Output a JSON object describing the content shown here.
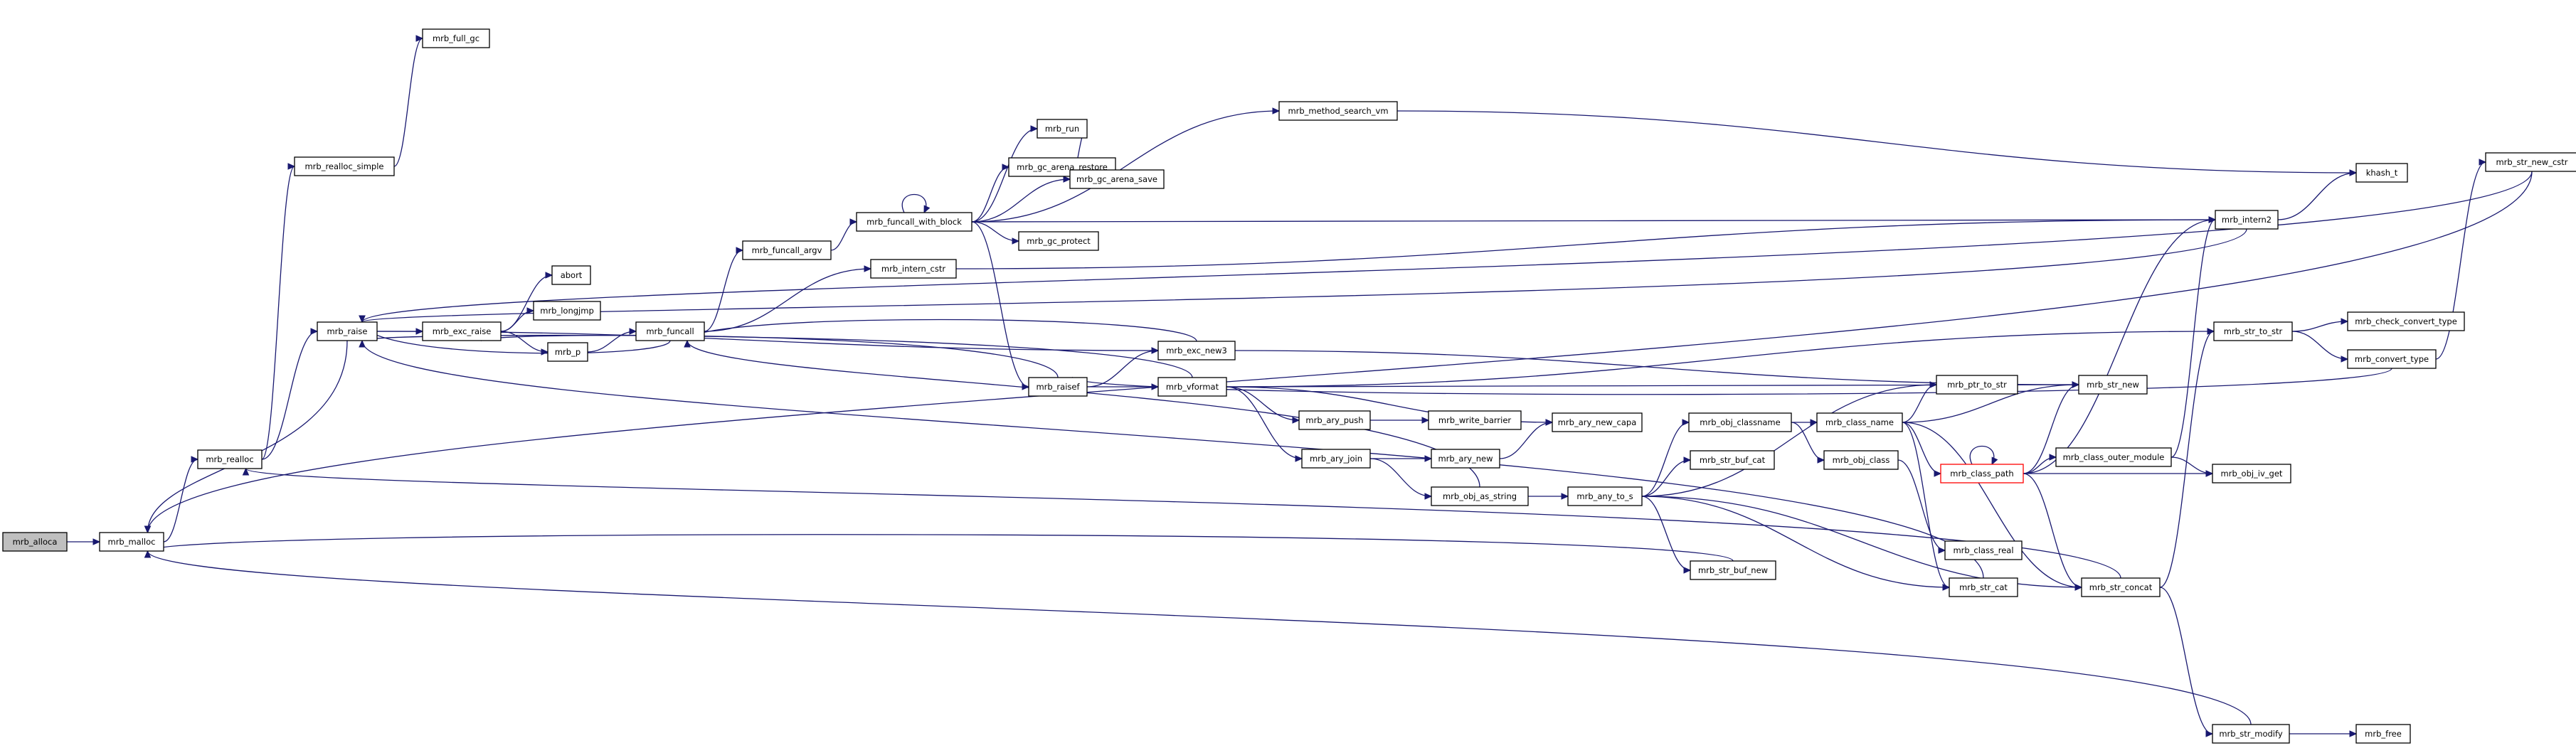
{
  "graph": {
    "title": "",
    "node_fill": "#ffffff",
    "root_fill": "#bfbfbf",
    "border_color": "#000000",
    "flagged_border_color": "#ff0000",
    "edge_color": "#191970",
    "nodes": [
      {
        "id": "mrb_alloca",
        "label": "mrb_alloca",
        "root": true
      },
      {
        "id": "mrb_malloc",
        "label": "mrb_malloc"
      },
      {
        "id": "mrb_realloc",
        "label": "mrb_realloc"
      },
      {
        "id": "mrb_raise",
        "label": "mrb_raise"
      },
      {
        "id": "mrb_realloc_simple",
        "label": "mrb_realloc_simple"
      },
      {
        "id": "mrb_full_gc",
        "label": "mrb_full_gc"
      },
      {
        "id": "mrb_exc_raise",
        "label": "mrb_exc_raise"
      },
      {
        "id": "abort",
        "label": "abort"
      },
      {
        "id": "mrb_longjmp",
        "label": "mrb_longjmp"
      },
      {
        "id": "mrb_p",
        "label": "mrb_p"
      },
      {
        "id": "mrb_funcall",
        "label": "mrb_funcall"
      },
      {
        "id": "mrb_funcall_argv",
        "label": "mrb_funcall_argv"
      },
      {
        "id": "mrb_intern_cstr",
        "label": "mrb_intern_cstr"
      },
      {
        "id": "mrb_funcall_with_block",
        "label": "mrb_funcall_with_block"
      },
      {
        "id": "mrb_run",
        "label": "mrb_run"
      },
      {
        "id": "mrb_gc_arena_restore",
        "label": "mrb_gc_arena_restore"
      },
      {
        "id": "mrb_gc_arena_save",
        "label": "mrb_gc_arena_save"
      },
      {
        "id": "mrb_gc_protect",
        "label": "mrb_gc_protect"
      },
      {
        "id": "mrb_method_search_vm",
        "label": "mrb_method_search_vm"
      },
      {
        "id": "mrb_raisef",
        "label": "mrb_raisef"
      },
      {
        "id": "mrb_exc_new3",
        "label": "mrb_exc_new3"
      },
      {
        "id": "mrb_vformat",
        "label": "mrb_vformat"
      },
      {
        "id": "mrb_ary_push",
        "label": "mrb_ary_push"
      },
      {
        "id": "mrb_write_barrier",
        "label": "mrb_write_barrier"
      },
      {
        "id": "mrb_ary_join",
        "label": "mrb_ary_join"
      },
      {
        "id": "mrb_ary_new",
        "label": "mrb_ary_new"
      },
      {
        "id": "mrb_ary_new_capa",
        "label": "mrb_ary_new_capa"
      },
      {
        "id": "mrb_obj_as_string",
        "label": "mrb_obj_as_string"
      },
      {
        "id": "mrb_any_to_s",
        "label": "mrb_any_to_s"
      },
      {
        "id": "mrb_obj_classname",
        "label": "mrb_obj_classname"
      },
      {
        "id": "mrb_str_buf_cat",
        "label": "mrb_str_buf_cat"
      },
      {
        "id": "mrb_str_buf_new",
        "label": "mrb_str_buf_new"
      },
      {
        "id": "mrb_class_name",
        "label": "mrb_class_name"
      },
      {
        "id": "mrb_obj_class",
        "label": "mrb_obj_class"
      },
      {
        "id": "mrb_ptr_to_str",
        "label": "mrb_ptr_to_str"
      },
      {
        "id": "mrb_str_new",
        "label": "mrb_str_new"
      },
      {
        "id": "mrb_class_path",
        "label": "mrb_class_path",
        "flagged": true
      },
      {
        "id": "mrb_class_outer_module",
        "label": "mrb_class_outer_module"
      },
      {
        "id": "mrb_obj_iv_get",
        "label": "mrb_obj_iv_get"
      },
      {
        "id": "mrb_class_real",
        "label": "mrb_class_real"
      },
      {
        "id": "mrb_str_cat",
        "label": "mrb_str_cat"
      },
      {
        "id": "mrb_str_concat",
        "label": "mrb_str_concat"
      },
      {
        "id": "mrb_str_modify",
        "label": "mrb_str_modify"
      },
      {
        "id": "mrb_free",
        "label": "mrb_free"
      },
      {
        "id": "mrb_intern2",
        "label": "mrb_intern2"
      },
      {
        "id": "khash_t",
        "label": "khash_t"
      },
      {
        "id": "mrb_str_new_cstr",
        "label": "mrb_str_new_cstr"
      },
      {
        "id": "mrb_str_to_str",
        "label": "mrb_str_to_str"
      },
      {
        "id": "mrb_check_convert_type",
        "label": "mrb_check_convert_type"
      },
      {
        "id": "mrb_convert_type",
        "label": "mrb_convert_type"
      }
    ],
    "edges": [
      [
        "mrb_alloca",
        "mrb_malloc"
      ],
      [
        "mrb_malloc",
        "mrb_realloc"
      ],
      [
        "mrb_realloc",
        "mrb_realloc_simple"
      ],
      [
        "mrb_realloc",
        "mrb_raise"
      ],
      [
        "mrb_realloc_simple",
        "mrb_full_gc"
      ],
      [
        "mrb_raise",
        "mrb_malloc"
      ],
      [
        "mrb_raise",
        "mrb_exc_raise"
      ],
      [
        "mrb_raise",
        "mrb_exc_new3"
      ],
      [
        "mrb_exc_raise",
        "abort"
      ],
      [
        "mrb_exc_raise",
        "mrb_longjmp"
      ],
      [
        "mrb_exc_raise",
        "mrb_p"
      ],
      [
        "mrb_p",
        "mrb_funcall"
      ],
      [
        "mrb_funcall",
        "mrb_raise"
      ],
      [
        "mrb_funcall",
        "mrb_funcall_argv"
      ],
      [
        "mrb_funcall",
        "mrb_intern_cstr"
      ],
      [
        "mrb_funcall_argv",
        "mrb_funcall_with_block"
      ],
      [
        "mrb_funcall_with_block",
        "mrb_funcall_with_block"
      ],
      [
        "mrb_funcall_with_block",
        "mrb_run"
      ],
      [
        "mrb_funcall_with_block",
        "mrb_gc_arena_restore"
      ],
      [
        "mrb_funcall_with_block",
        "mrb_gc_arena_save"
      ],
      [
        "mrb_funcall_with_block",
        "mrb_gc_protect"
      ],
      [
        "mrb_funcall_with_block",
        "mrb_method_search_vm"
      ],
      [
        "mrb_funcall_with_block",
        "mrb_intern2"
      ],
      [
        "mrb_funcall_with_block",
        "mrb_raisef"
      ],
      [
        "mrb_run",
        "mrb_gc_arena_save"
      ],
      [
        "mrb_method_search_vm",
        "khash_t"
      ],
      [
        "mrb_intern_cstr",
        "mrb_intern2"
      ],
      [
        "mrb_raisef",
        "mrb_exc_raise"
      ],
      [
        "mrb_raisef",
        "mrb_exc_new3"
      ],
      [
        "mrb_raisef",
        "mrb_vformat"
      ],
      [
        "mrb_exc_new3",
        "mrb_funcall"
      ],
      [
        "mrb_exc_new3",
        "mrb_str_new"
      ],
      [
        "mrb_vformat",
        "mrb_ary_push"
      ],
      [
        "mrb_vformat",
        "mrb_ary_join"
      ],
      [
        "mrb_vformat",
        "mrb_ary_new_capa"
      ],
      [
        "mrb_vformat",
        "mrb_str_new"
      ],
      [
        "mrb_vformat",
        "mrb_str_to_str"
      ],
      [
        "mrb_ary_push",
        "mrb_write_barrier"
      ],
      [
        "mrb_ary_join",
        "mrb_ary_new"
      ],
      [
        "mrb_ary_join",
        "mrb_obj_as_string"
      ],
      [
        "mrb_ary_new",
        "mrb_ary_new_capa"
      ],
      [
        "mrb_obj_as_string",
        "mrb_funcall"
      ],
      [
        "mrb_obj_as_string",
        "mrb_any_to_s"
      ],
      [
        "mrb_any_to_s",
        "mrb_obj_classname"
      ],
      [
        "mrb_any_to_s",
        "mrb_str_buf_cat"
      ],
      [
        "mrb_any_to_s",
        "mrb_str_buf_new"
      ],
      [
        "mrb_any_to_s",
        "mrb_ptr_to_str"
      ],
      [
        "mrb_any_to_s",
        "mrb_str_cat"
      ],
      [
        "mrb_any_to_s",
        "mrb_str_concat"
      ],
      [
        "mrb_obj_classname",
        "mrb_class_name"
      ],
      [
        "mrb_obj_classname",
        "mrb_obj_class"
      ],
      [
        "mrb_obj_class",
        "mrb_class_real"
      ],
      [
        "mrb_class_name",
        "mrb_ptr_to_str"
      ],
      [
        "mrb_class_name",
        "mrb_str_new"
      ],
      [
        "mrb_class_name",
        "mrb_class_path"
      ],
      [
        "mrb_class_name",
        "mrb_str_cat"
      ],
      [
        "mrb_class_name",
        "mrb_str_concat"
      ],
      [
        "mrb_class_path",
        "mrb_class_path"
      ],
      [
        "mrb_class_path",
        "mrb_str_new"
      ],
      [
        "mrb_class_path",
        "mrb_class_outer_module"
      ],
      [
        "mrb_class_path",
        "mrb_obj_iv_get"
      ],
      [
        "mrb_class_path",
        "mrb_intern2"
      ],
      [
        "mrb_class_path",
        "mrb_str_concat"
      ],
      [
        "mrb_class_outer_module",
        "mrb_obj_iv_get"
      ],
      [
        "mrb_class_outer_module",
        "mrb_intern2"
      ],
      [
        "mrb_str_concat",
        "mrb_str_to_str"
      ],
      [
        "mrb_str_concat",
        "mrb_str_modify"
      ],
      [
        "mrb_str_concat",
        "mrb_realloc"
      ],
      [
        "mrb_str_buf_new",
        "mrb_malloc"
      ],
      [
        "mrb_str_cat",
        "mrb_raise"
      ],
      [
        "mrb_str_modify",
        "mrb_malloc"
      ],
      [
        "mrb_str_modify",
        "mrb_free"
      ],
      [
        "mrb_intern2",
        "khash_t"
      ],
      [
        "mrb_intern2",
        "mrb_raise"
      ],
      [
        "mrb_str_new_cstr",
        "mrb_raise"
      ],
      [
        "mrb_str_new_cstr",
        "mrb_malloc"
      ],
      [
        "mrb_str_to_str",
        "mrb_check_convert_type"
      ],
      [
        "mrb_str_to_str",
        "mrb_convert_type"
      ],
      [
        "mrb_convert_type",
        "mrb_str_new_cstr"
      ],
      [
        "mrb_convert_type",
        "mrb_raisef"
      ],
      [
        "mrb_vformat",
        "mrb_raise"
      ]
    ]
  }
}
